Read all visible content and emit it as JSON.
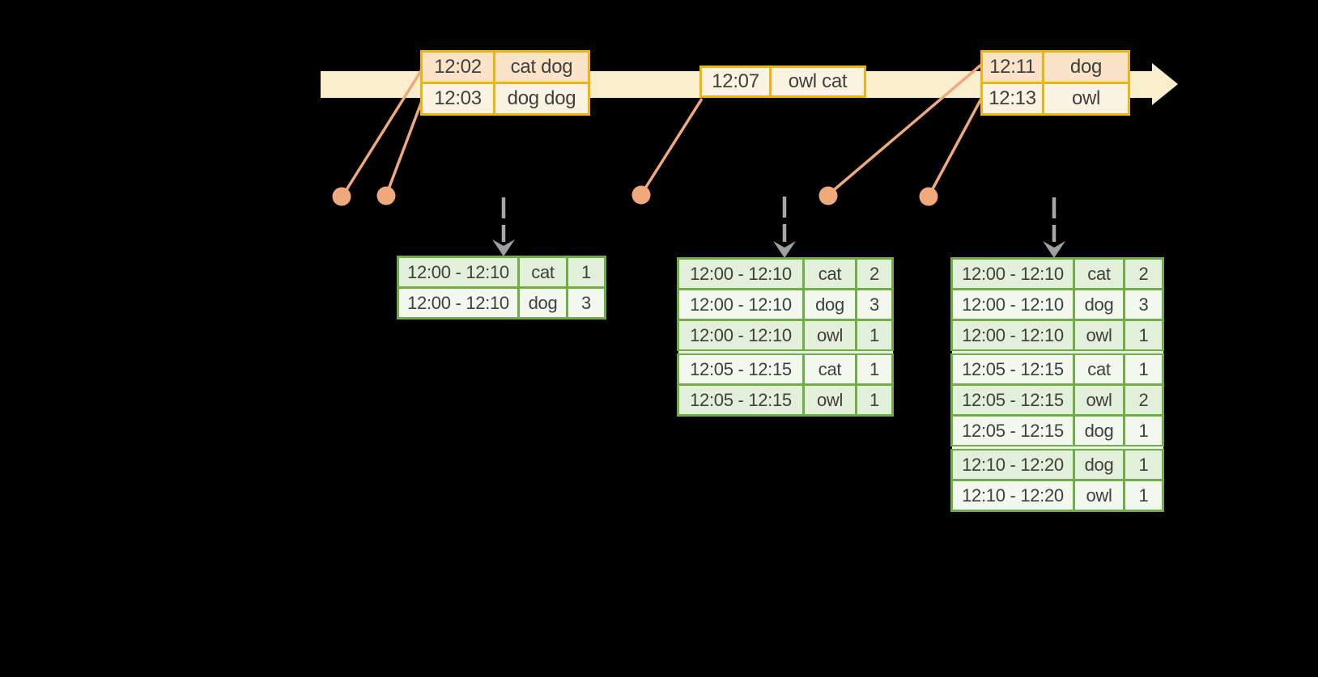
{
  "event_tables": [
    {
      "rows": [
        [
          "12:02",
          "cat dog"
        ],
        [
          "12:03",
          "dog dog"
        ]
      ],
      "first_shade": "dark"
    },
    {
      "rows": [
        [
          "12:07",
          "owl cat"
        ]
      ],
      "first_shade": "light"
    },
    {
      "rows": [
        [
          "12:11",
          "dog"
        ],
        [
          "12:13",
          "owl"
        ]
      ],
      "first_shade": "dark"
    }
  ],
  "result_tables": [
    {
      "rows": [
        [
          "12:00 - 12:10",
          "cat",
          "1"
        ],
        [
          "12:00 - 12:10",
          "dog",
          "3"
        ]
      ],
      "group_starts": [],
      "first_shade": "dark"
    },
    {
      "rows": [
        [
          "12:00 - 12:10",
          "cat",
          "2"
        ],
        [
          "12:00 - 12:10",
          "dog",
          "3"
        ],
        [
          "12:00 - 12:10",
          "owl",
          "1"
        ],
        [
          "12:05 - 12:15",
          "cat",
          "1"
        ],
        [
          "12:05 - 12:15",
          "owl",
          "1"
        ]
      ],
      "group_starts": [
        3
      ],
      "first_shade": "dark"
    },
    {
      "rows": [
        [
          "12:00 - 12:10",
          "cat",
          "2"
        ],
        [
          "12:00 - 12:10",
          "dog",
          "3"
        ],
        [
          "12:00 - 12:10",
          "owl",
          "1"
        ],
        [
          "12:05 - 12:15",
          "cat",
          "1"
        ],
        [
          "12:05 - 12:15",
          "owl",
          "2"
        ],
        [
          "12:05 - 12:15",
          "dog",
          "1"
        ],
        [
          "12:10 - 12:20",
          "dog",
          "1"
        ],
        [
          "12:10 - 12:20",
          "owl",
          "1"
        ]
      ],
      "group_starts": [
        3,
        6
      ],
      "first_shade": "dark"
    }
  ],
  "icons": {
    "timeline_arrow": "right-arrow",
    "event_marker": "circle-dot",
    "trigger_arrow": "dashed-down-arrow"
  },
  "colors": {
    "bg": "#000000",
    "band": "#FBEECD",
    "gold": "#F0B310",
    "peach": "#FAE3C6",
    "cream": "#FDF3E2",
    "salmon": "#F0A87D",
    "green": "#70AD47",
    "greendark": "#E2EFDA",
    "greenlight": "#F3F8EF",
    "gray": "#A8A8A8",
    "text": "#3F3F3F"
  }
}
